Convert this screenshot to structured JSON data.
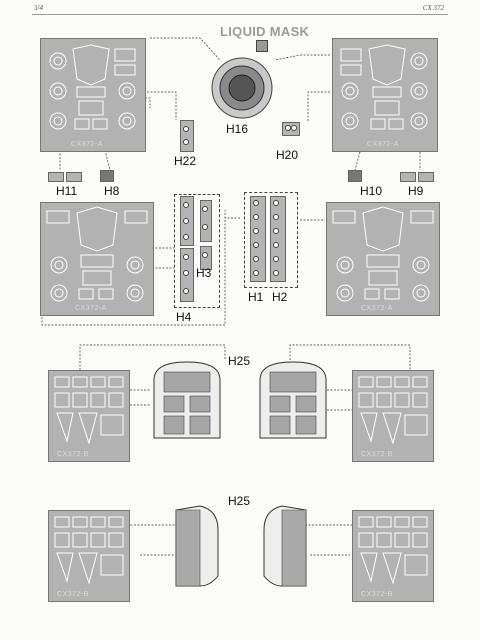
{
  "header": {
    "page_number": "3/4",
    "product_code": "CX 372"
  },
  "title": "LIQUID MASK",
  "sheet_codes": {
    "a": "CX372-A",
    "b": "CX372-B"
  },
  "labels": {
    "h16": "H16",
    "h22": "H22",
    "h20": "H20",
    "h11": "H11",
    "h8": "H8",
    "h10": "H10",
    "h9": "H9",
    "h3": "H3",
    "h4": "H4",
    "h1": "H1",
    "h2": "H2",
    "h25_top": "H25",
    "h25_bottom": "H25"
  },
  "colors": {
    "mask_fill": "#b2b2b2",
    "ink": "#111111",
    "title": "#9a9a9a"
  }
}
